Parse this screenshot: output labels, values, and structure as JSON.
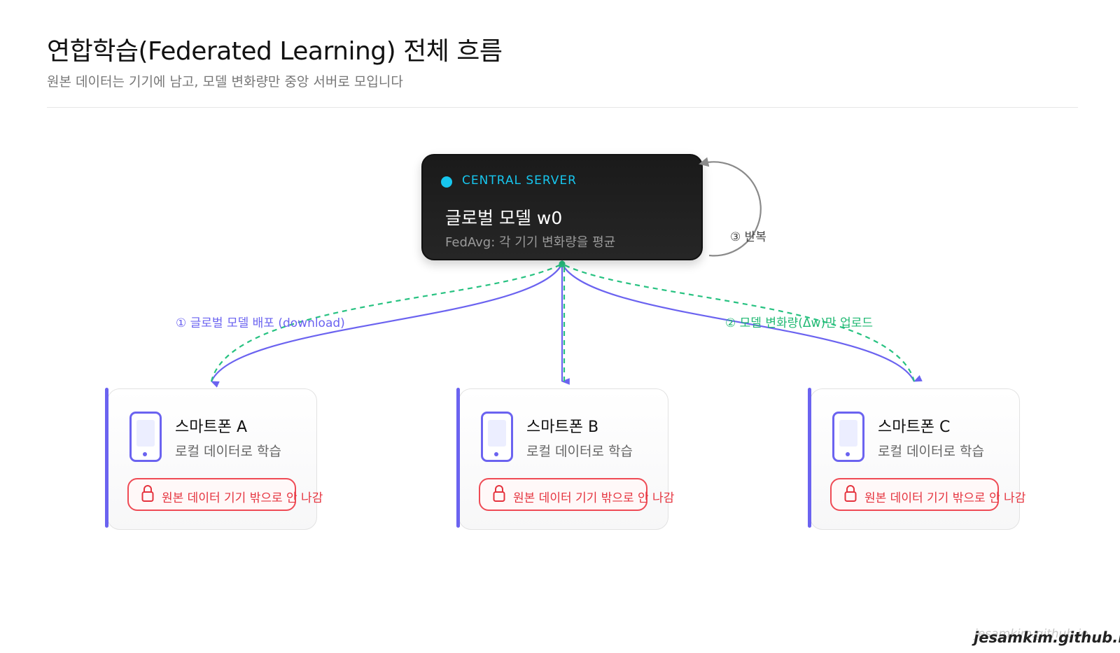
{
  "header": {
    "title": "연합학습(Federated Learning) 전체 흐름",
    "subtitle": "원본 데이터는 기기에 남고, 모델 변화량만 중앙 서버로 모입니다"
  },
  "server": {
    "tag": "CENTRAL SERVER",
    "title": "글로벌 모델 w0",
    "description": "FedAvg: 각 기기 변화량을 평균"
  },
  "flows": {
    "download_label": "① 글로벌 모델 배포 (download)",
    "upload_label": "② 모델 변화량(Δw)만 업로드",
    "repeat_label": "③ 반복"
  },
  "devices": [
    {
      "title": "스마트폰 A",
      "description": "로컬 데이터로 학습",
      "badge": "원본 데이터 기기 밖으로 안 나감"
    },
    {
      "title": "스마트폰 B",
      "description": "로컬 데이터로 학습",
      "badge": "원본 데이터 기기 밖으로 안 나감"
    },
    {
      "title": "스마트폰 C",
      "description": "로컬 데이터로 학습",
      "badge": "원본 데이터 기기 밖으로 안 나감"
    }
  ],
  "icons": {
    "device": "smartphone-icon",
    "badge": "lock-icon",
    "server": "status-dot"
  },
  "colors": {
    "download": "#6b63f0",
    "upload": "#27c281",
    "server_accent": "#17c6ee",
    "privacy": "#e5333e",
    "repeat": "#8a8a8a"
  },
  "footer": {
    "watermark": "jesamkim.github.io",
    "brand": "jesamkim.github.io"
  }
}
